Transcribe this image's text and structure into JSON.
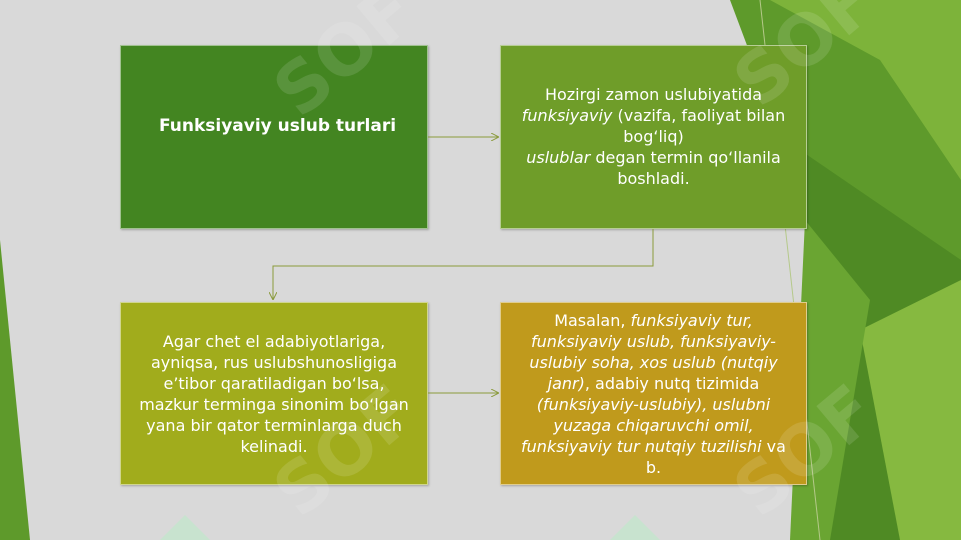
{
  "slide": {
    "colors": {
      "background": "#d9d9d9",
      "box1": "#438521",
      "box2": "#6f9d29",
      "box3": "#a1ac1c",
      "box4": "#c09a1c",
      "connector": "#8a9a3c"
    },
    "watermark": "SOF",
    "boxes": [
      {
        "id": "box1",
        "text": "Funksiyaviy uslub turlari"
      },
      {
        "id": "box2",
        "parts": [
          "Hozirgi zamon uslubiyatida",
          "funksiyaviy",
          " (vazifa, faoliyat bilan bog‘liq)",
          "uslublar",
          " degan termin qo‘llanila boshladi."
        ]
      },
      {
        "id": "box3",
        "text": "Agar chet el adabiyotlariga, ayniqsa, rus uslubshunosligiga e’tibor qaratiladigan bo‘lsa, mazkur terminga sinonim bo‘lgan yana bir qator terminlarga duch kelinadi."
      },
      {
        "id": "box4",
        "parts": [
          "Masalan, ",
          "funksiyaviy tur, funksiyaviy uslub, funksiyaviy-uslubiy soha, xos uslub (nutqiy janr)",
          ", adabiy nutq tizimida ",
          "(funksiyaviy-uslubiy), uslubni yuzaga chiqaruvchi omil, funksiyaviy tur nutqiy tuzilishi",
          " va b."
        ]
      }
    ]
  }
}
